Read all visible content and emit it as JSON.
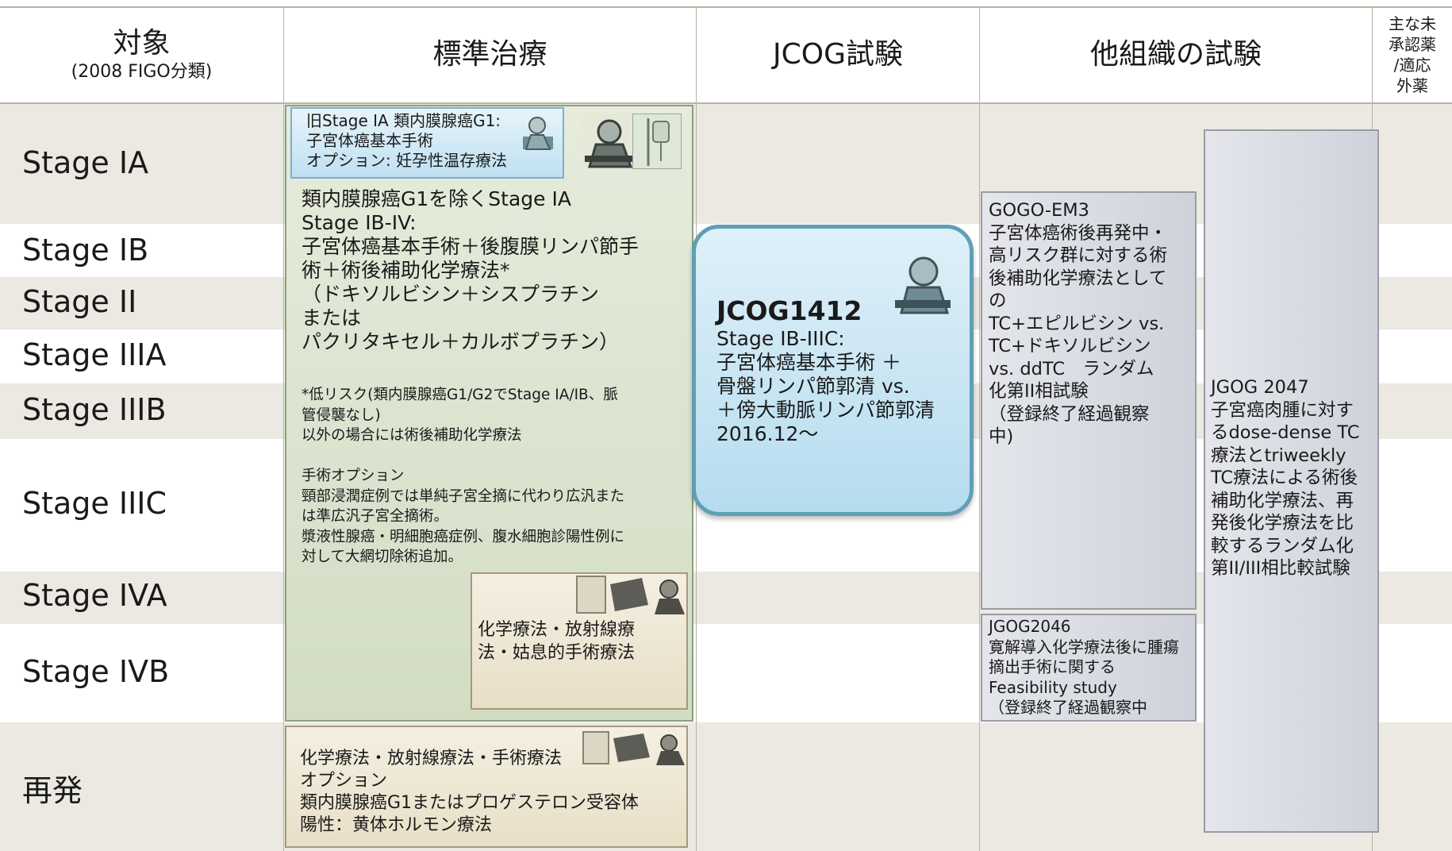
{
  "headers": {
    "target_title": "対象",
    "target_sub": "(2008 FIGO分類)",
    "standard": "標準治療",
    "jcog": "JCOG試験",
    "other": "他組織の試験",
    "unapproved": "主な未\n承認薬\n/適応\n外薬"
  },
  "stages": [
    "Stage IA",
    "Stage IB",
    "Stage II",
    "Stage IIIA",
    "Stage IIIB",
    "Stage IIIC",
    "Stage IVA",
    "Stage IVB",
    "再発"
  ],
  "standard_treatment": {
    "fertility_box": "旧Stage IA 類内膜腺癌G1:\n子宮体癌基本手術\nオプション: 妊孕性温存療法",
    "main_text": "類内膜腺癌G1を除くStage IA\nStage IB-IV:\n子宮体癌基本手術＋後腹膜リンパ節手\n術＋術後補助化学療法*\n（ドキソルビシン＋シスプラチン\nまたは\nパクリタキセル＋カルボプラチン）",
    "note_text": "*低リスク(類内膜腺癌G1/G2でStage IA/IB、脈\n管侵襲なし)\n以外の場合には術後補助化学療法\n\n手術オプション\n頸部浸潤症例では単純子宮全摘に代わり広汎また\nは準広汎子宮全摘術。\n漿液性腺癌・明細胞癌症例、腹水細胞診陽性例に\n対して大網切除術追加。",
    "advanced_box": "化学療法・放射線療\n法・姑息的手術療法",
    "recurrence_box": "化学療法・放射線療法・手術療法\nオプション\n類内膜腺癌G1またはプロゲステロン受容体\n陽性：黄体ホルモン療法"
  },
  "jcog_trial": {
    "id": "JCOG1412",
    "body": "Stage IB-IIIC:\n子宮体癌基本手術 ＋\n骨盤リンパ節郭清 vs.\n＋傍大動脈リンパ節郭清\n2016.12～"
  },
  "other_trials": {
    "gogo": "GOGO-EM3\n子宮体癌術後再発中・\n高リスク群に対する術\n後補助化学療法として\nの\nTC+エピルビシン vs.\nTC+ドキソルビシン\n   vs. ddTC　ランダム\n化第II相試験\n（登録終了経過観察\n中)",
    "jgog2046": "JGOG2046\n寛解導入化学療法後に腫瘍\n摘出手術に関する\nFeasibility study\n（登録終了経過観察中",
    "jgog2047": "JGOG 2047\n子宮癌肉腫に対す\nるdose-dense TC\n療法とtriweekly\nTC療法による術後\n補助化学療法、再\n発後化学療法を比\n較するランダム化\n第II/III相比較試験"
  },
  "icons": [
    "surgeon-icon",
    "iv-drip-icon",
    "radiation-machine-icon"
  ],
  "colors": {
    "row_band": "#ebe9e2",
    "standard_green": "#d6e0c9",
    "fertility_blue": "#cde6f4",
    "jcog_blue": "#bfe2f1",
    "jcog_border": "#5f9fb3",
    "advanced_tan": "#efe8d6",
    "trial_gray": "#d7d9e0"
  }
}
